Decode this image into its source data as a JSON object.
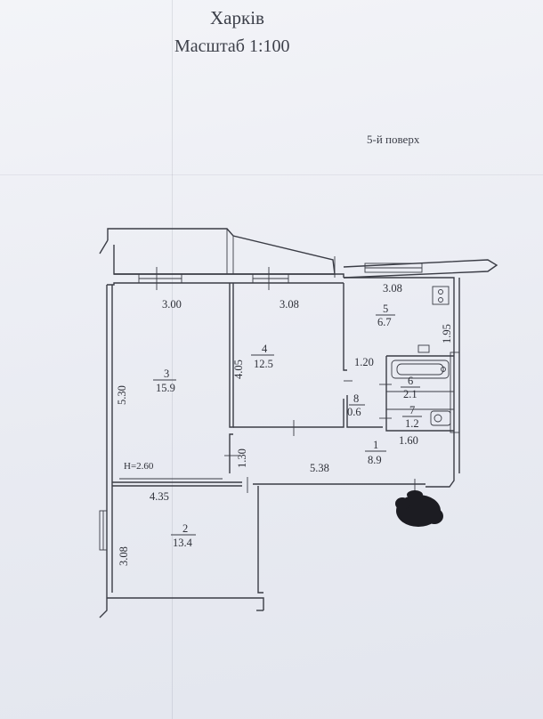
{
  "header": {
    "city": "Харків",
    "scale": "Масштаб 1:100",
    "floor": "5-й поверх"
  },
  "plan": {
    "ceiling_height": "H=2.60",
    "dims": {
      "room3_width": "3.00",
      "room4_width": "3.08",
      "kitchen_width": "3.08",
      "kitchen_depth": "1.95",
      "room3_length": "5.30",
      "room4_length": "4.05",
      "bath_width": "1.20",
      "corridor_depth": "1.30",
      "corridor_length": "5.38",
      "wc_width": "1.60",
      "room2_width": "4.35",
      "room2_depth": "3.08"
    },
    "rooms": [
      {
        "number": "3",
        "area": "15.9"
      },
      {
        "number": "4",
        "area": "12.5"
      },
      {
        "number": "5",
        "area": "6.7"
      },
      {
        "number": "6",
        "area": "2.1"
      },
      {
        "number": "7",
        "area": "1.2"
      },
      {
        "number": "8",
        "area": "0.6"
      },
      {
        "number": "1",
        "area": "8.9"
      },
      {
        "number": "2",
        "area": "13.4"
      }
    ]
  }
}
